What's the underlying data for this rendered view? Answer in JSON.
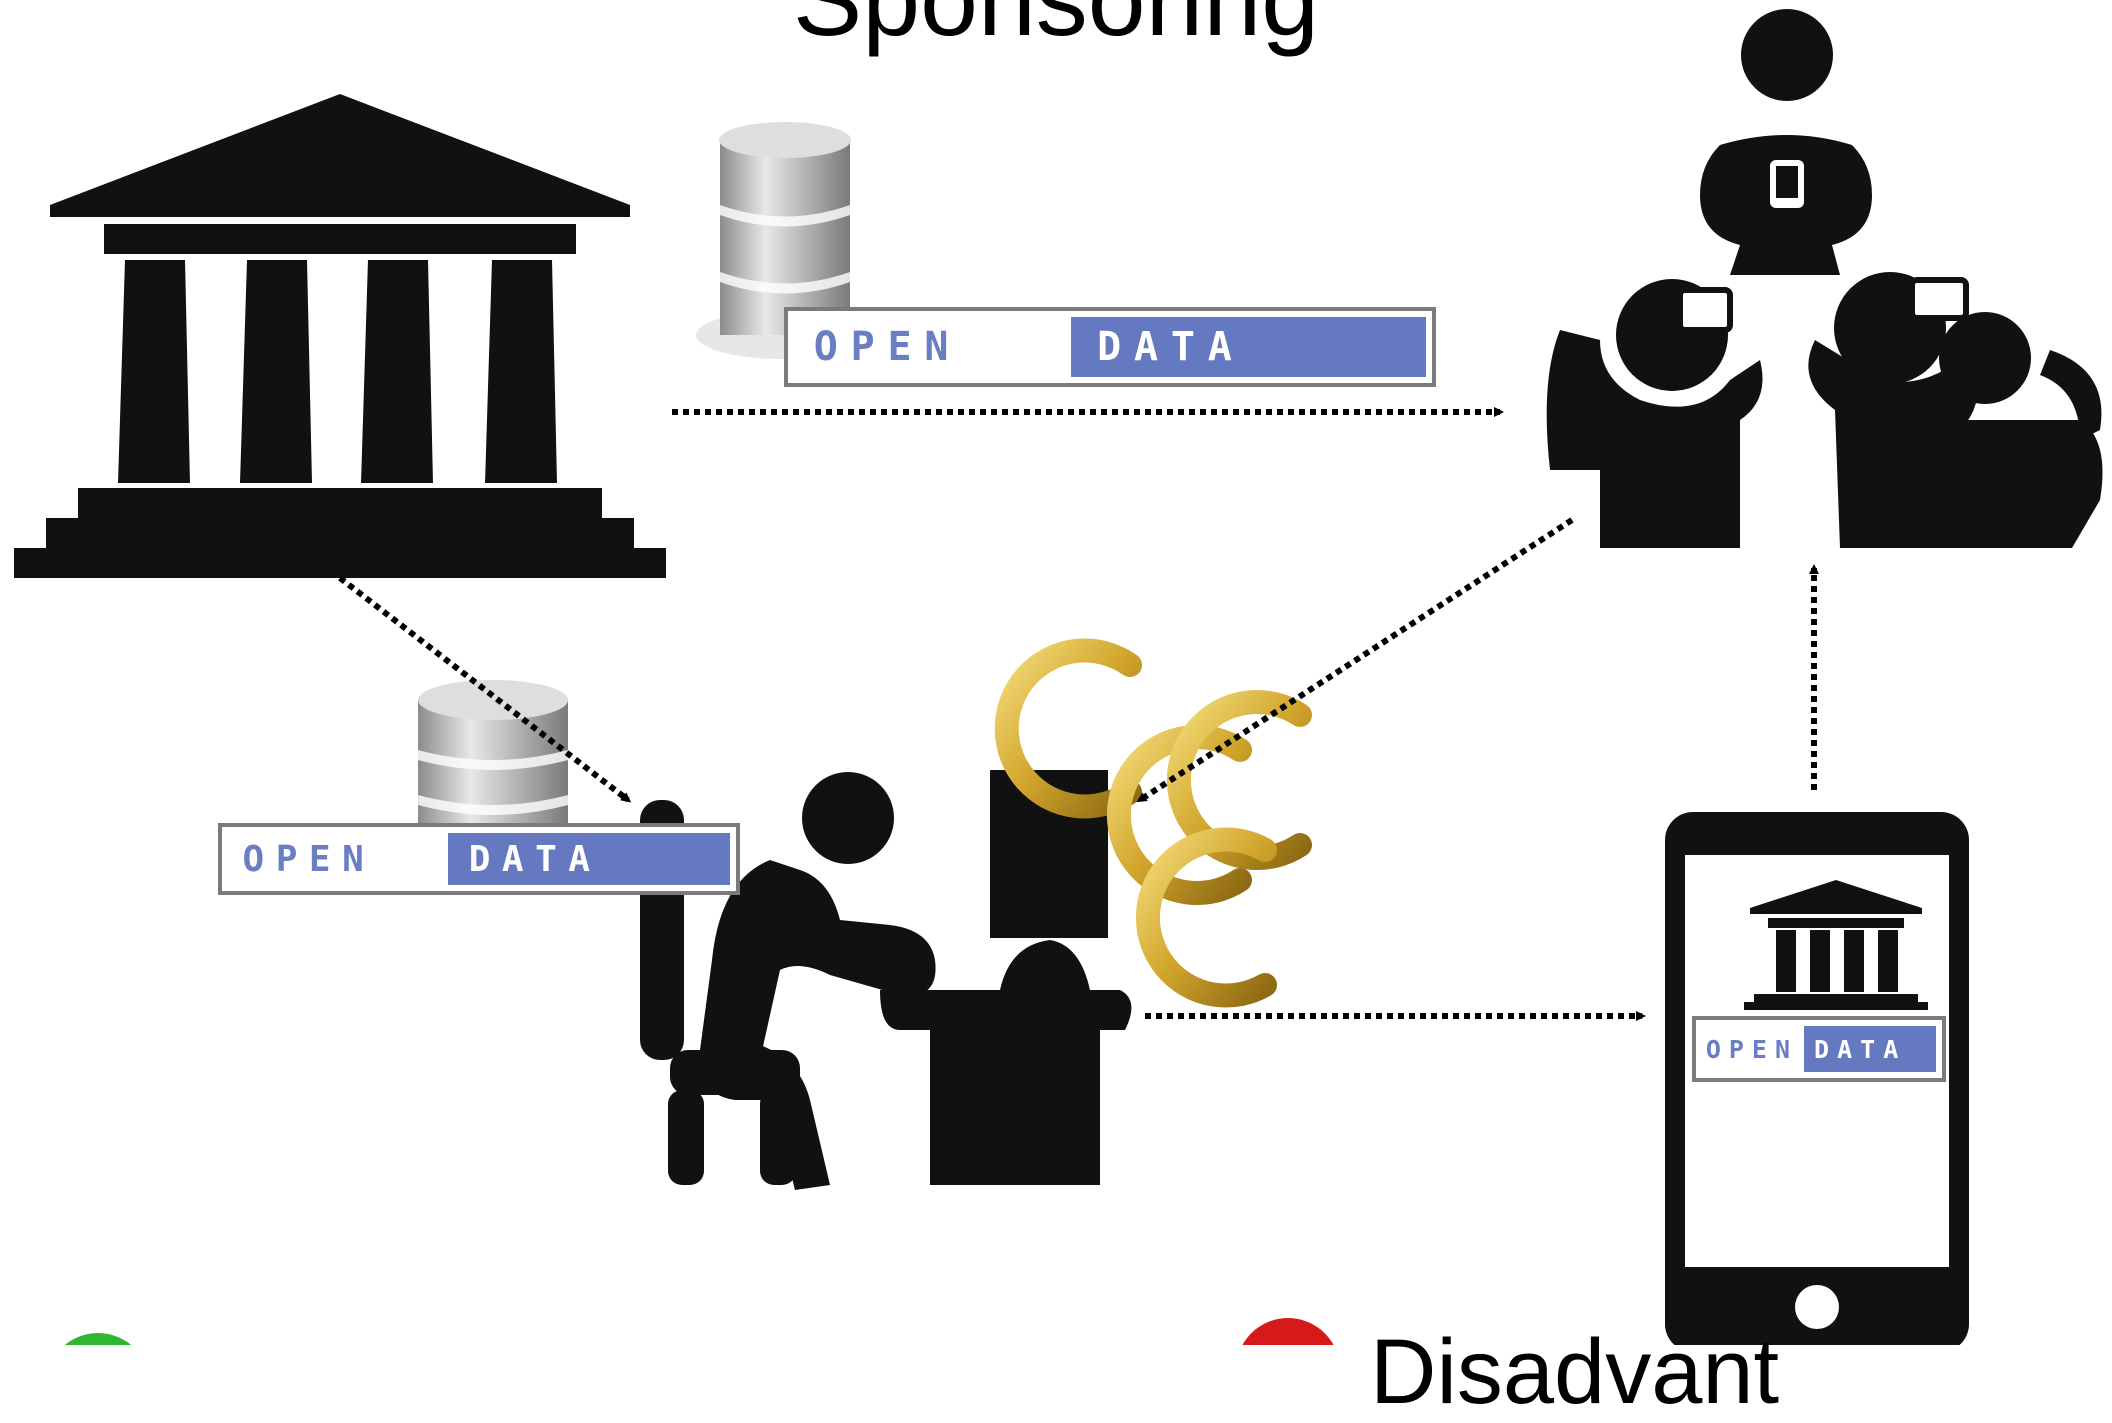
{
  "title": "Sponsoring",
  "badges": {
    "open_label": "OPEN",
    "data_label": "DATA"
  },
  "legend": {
    "advantages": "",
    "disadvantages": "Disadvant"
  },
  "colors": {
    "badge_blue": "#6579c0",
    "badge_text_blue": "#6a7ec4",
    "euro_gold": "#d8b23a",
    "advantage_dot": "#2fb82f",
    "disadvantage_dot": "#d61a1a"
  },
  "icons": [
    "government-building-icon",
    "database-icon",
    "people-with-phones-icon",
    "developer-at-computer-icon",
    "euro-coins-icon",
    "smartphone-app-icon"
  ]
}
